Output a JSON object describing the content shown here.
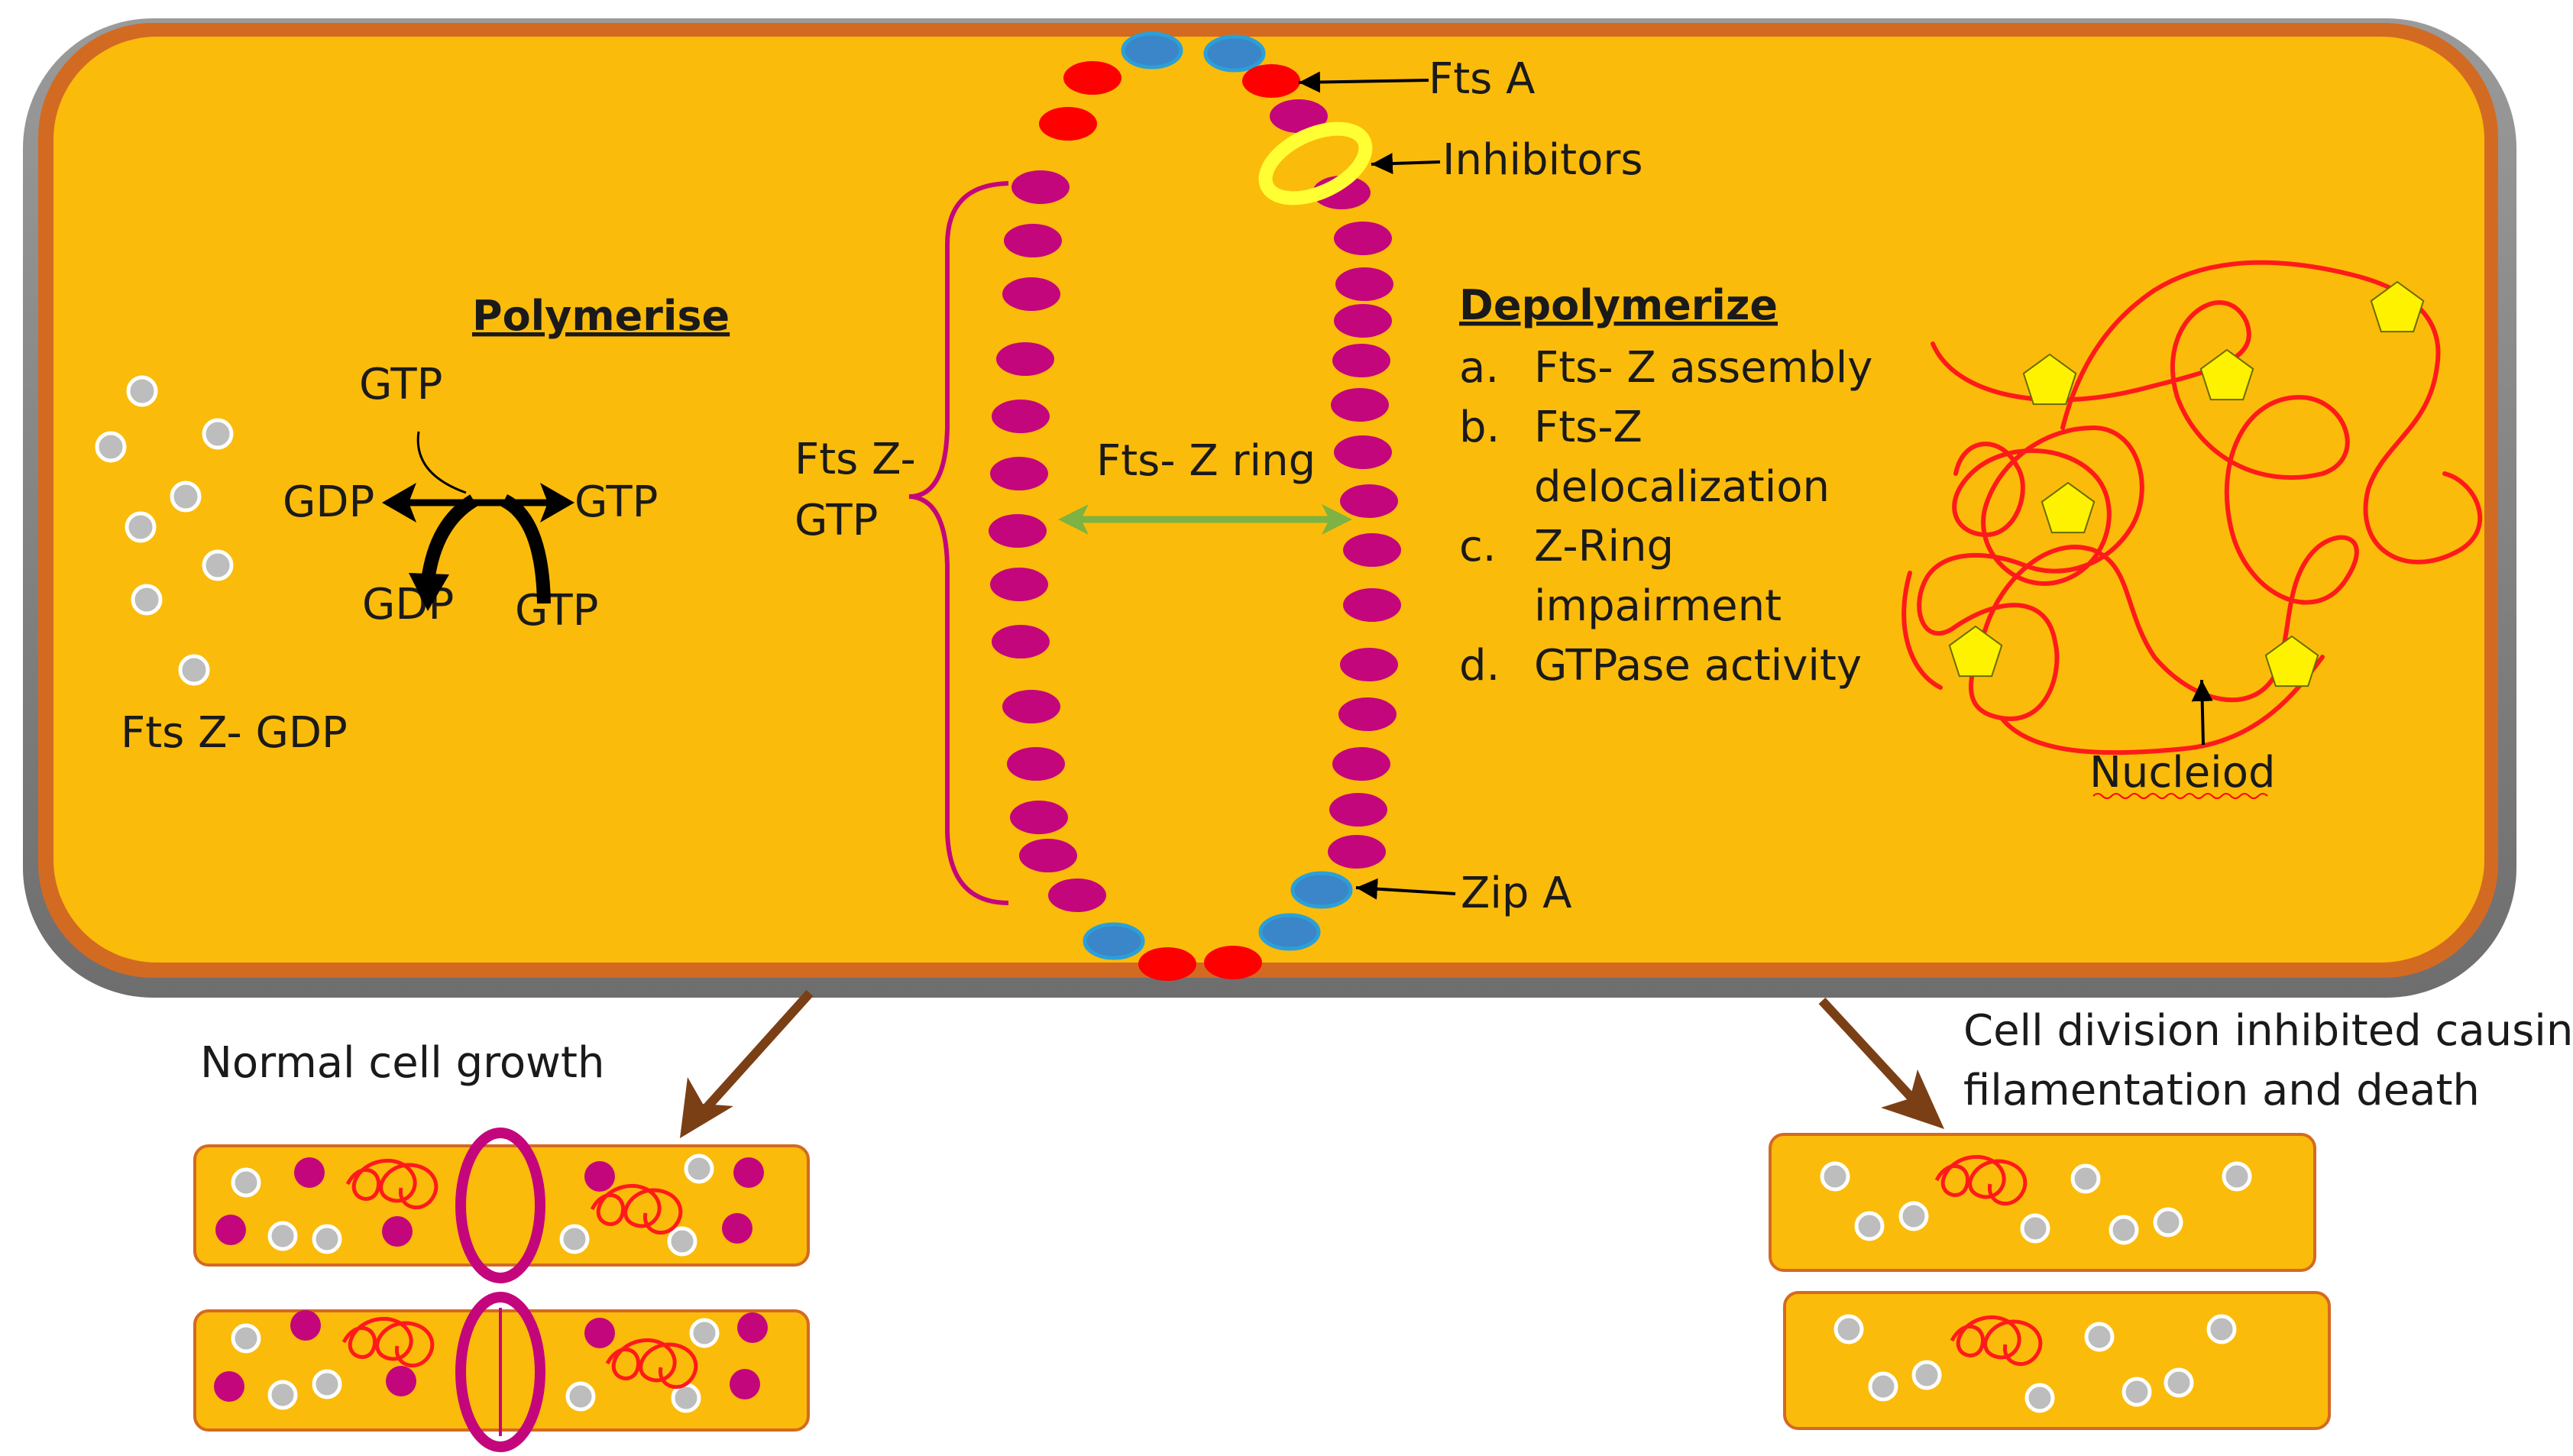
{
  "colors": {
    "cell_fill": "#FBBB0B",
    "cell_border": "#D36A22",
    "ftsz": "#C4067D",
    "ftsa": "#FF0000",
    "zipa": "#3A86C8",
    "zipa_border": "#2BA0D8",
    "inhibitor": "#FFFF33",
    "gdp_dot": "#BDBDBD",
    "nucleoid": "#FF1A1A",
    "pentagon": "#FFF200",
    "ring_arrow": "#7CB342",
    "growth_arrow": "#7B3F16"
  },
  "labels": {
    "fts_a": "Fts  A",
    "inhibitors": "Inhibitors",
    "zip_a": "Zip A",
    "fts_z_ring": "Fts- Z ring",
    "fts_z_gtp_1": "Fts Z-",
    "fts_z_gtp_2": "GTP",
    "fts_z_gdp": "Fts Z- GDP",
    "nucleoid": "Nucleiod",
    "normal_growth": "Normal  cell growth",
    "inhibited_1": "Cell division inhibited causing",
    "inhibited_2": "filamentation and death"
  },
  "polymerise": {
    "title": "Polymerise",
    "gtp_top": "GTP",
    "gdp_left": "GDP",
    "gtp_right": "GTP",
    "gdp_bottom": "GDP",
    "gtp_bottom": "GTP"
  },
  "depolymerize": {
    "title": "Depolymerize",
    "items": [
      {
        "marker": "a.",
        "lines": [
          "Fts- Z assembly"
        ]
      },
      {
        "marker": "b.",
        "lines": [
          "Fts-Z",
          "delocalization"
        ]
      },
      {
        "marker": "c.",
        "lines": [
          "Z-Ring",
          "impairment"
        ]
      },
      {
        "marker": "d.",
        "lines": [
          "GTPase activity"
        ]
      }
    ]
  }
}
